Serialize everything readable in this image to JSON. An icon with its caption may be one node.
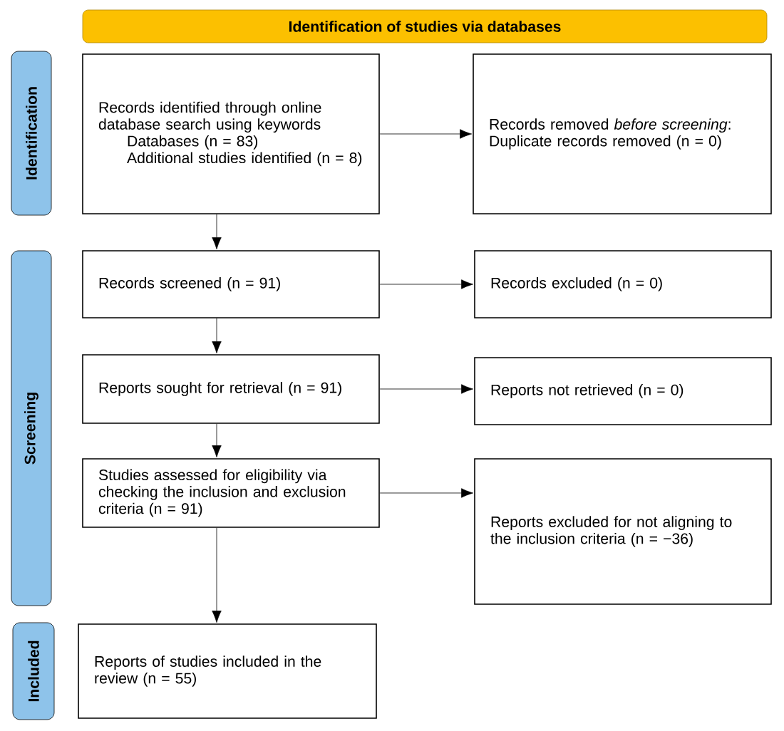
{
  "diagram": {
    "nodes": [
      {
        "text": [
          "Identification of studies via databases"
        ]
      },
      {
        "text": [
          "Identification"
        ]
      },
      {
        "text": [
          "Screening"
        ]
      },
      {
        "text": [
          "Included"
        ]
      },
      {
        "text": [
          "Records identified through online database search using keywords",
          "Databases (n = 83)",
          "Additional studies identified (n = 8)"
        ]
      },
      {
        "text": [
          "Records removed *before screening*: Duplicate records removed (n = 0)"
        ]
      },
      {
        "text": [
          "Records screened (n = 91)"
        ]
      },
      {
        "text": [
          "Records excluded (n = 0)"
        ]
      },
      {
        "text": [
          "Reports sought for retrieval (n = 91)"
        ]
      },
      {
        "text": [
          "Reports not retrieved (n = 0)"
        ]
      },
      {
        "text": [
          "Studies assessed for eligibility via checking the inclusion and exclusion criteria (n = 91)"
        ]
      },
      {
        "text": [
          "Reports excluded for not aligning to the inclusion criteria (n = −36)"
        ]
      },
      {
        "text": [
          "Reports of studies included in the review (n = 55)"
        ]
      }
    ],
    "edges": [
      {
        "from": 4,
        "to": 5,
        "arrow": "to"
      },
      {
        "from": 4,
        "to": 6,
        "arrow": "to"
      },
      {
        "from": 6,
        "to": 7,
        "arrow": "to"
      },
      {
        "from": 6,
        "to": 8,
        "arrow": "to"
      },
      {
        "from": 8,
        "to": 9,
        "arrow": "to"
      },
      {
        "from": 8,
        "to": 10,
        "arrow": "to"
      },
      {
        "from": 10,
        "to": 11,
        "arrow": "to"
      },
      {
        "from": 10,
        "to": 12,
        "arrow": "to"
      }
    ]
  }
}
